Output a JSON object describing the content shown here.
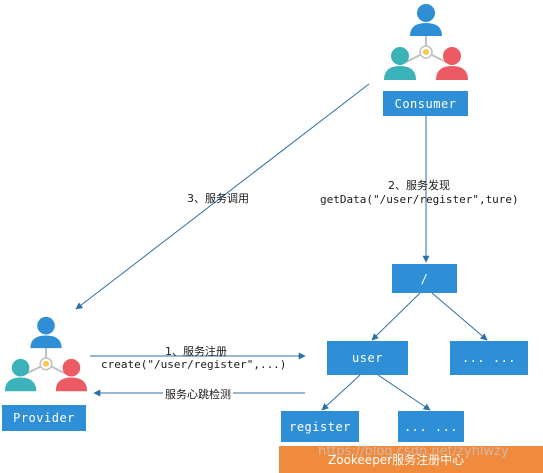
{
  "nodes": {
    "consumer": "Consumer",
    "provider": "Provider",
    "root": "/",
    "user": "user",
    "user_sibling": "... ...",
    "register": "register",
    "register_sibling": "... ..."
  },
  "edges": {
    "discovery_title": "2、服务发现",
    "discovery_call": "getData(\"/user/register\",ture)",
    "invoke": "3、服务调用",
    "register_title": "1、服务注册",
    "register_call": "create(\"/user/register\",...)",
    "heartbeat": "服务心跳检测"
  },
  "footer": {
    "title": "Zookeeper服务注册中心",
    "watermark": "https://blog.csdn.net/zyhlwzy"
  },
  "colors": {
    "box": "#2f8fd6",
    "arrow": "#2f6fa8",
    "footer": "#f08a3c",
    "person_blue": "#2f8fd6",
    "person_teal": "#3bb3b8",
    "person_red": "#ec5a64",
    "hub": "#f7c948"
  }
}
